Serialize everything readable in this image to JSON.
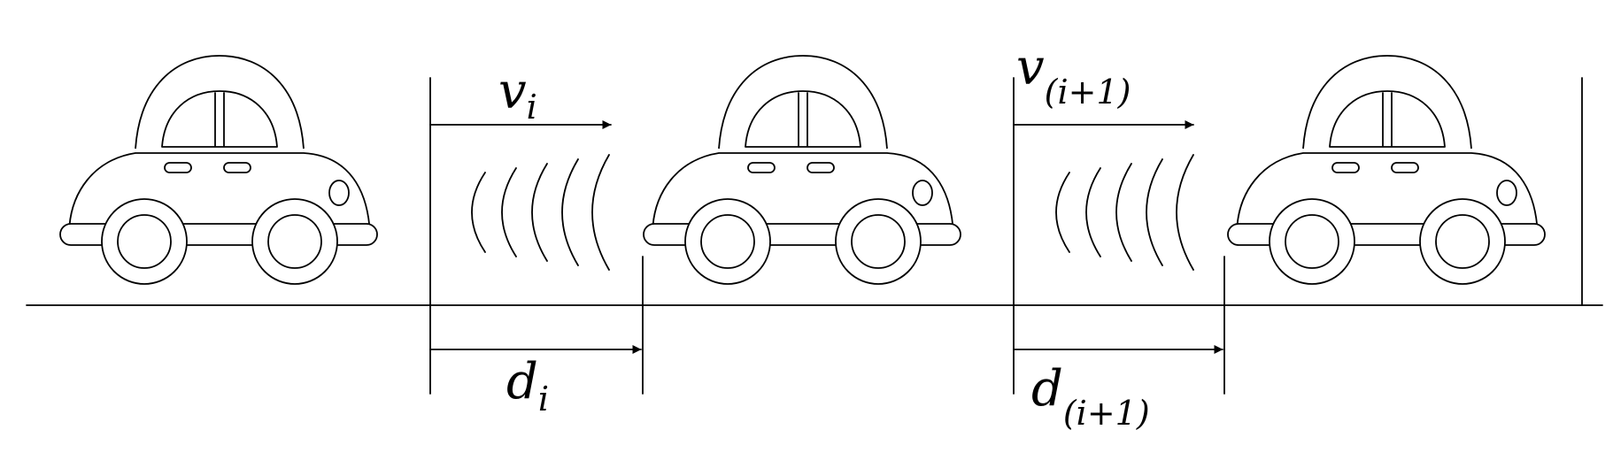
{
  "labels": {
    "velocity_i": {
      "main": "v",
      "sub": "i"
    },
    "velocity_next": {
      "main": "v",
      "sub": "(i+1)"
    },
    "distance_i": {
      "main": "d",
      "sub": "i"
    },
    "distance_next": {
      "main": "d",
      "sub": "(i+1)"
    }
  },
  "vehicles": [
    "car",
    "car",
    "car"
  ]
}
